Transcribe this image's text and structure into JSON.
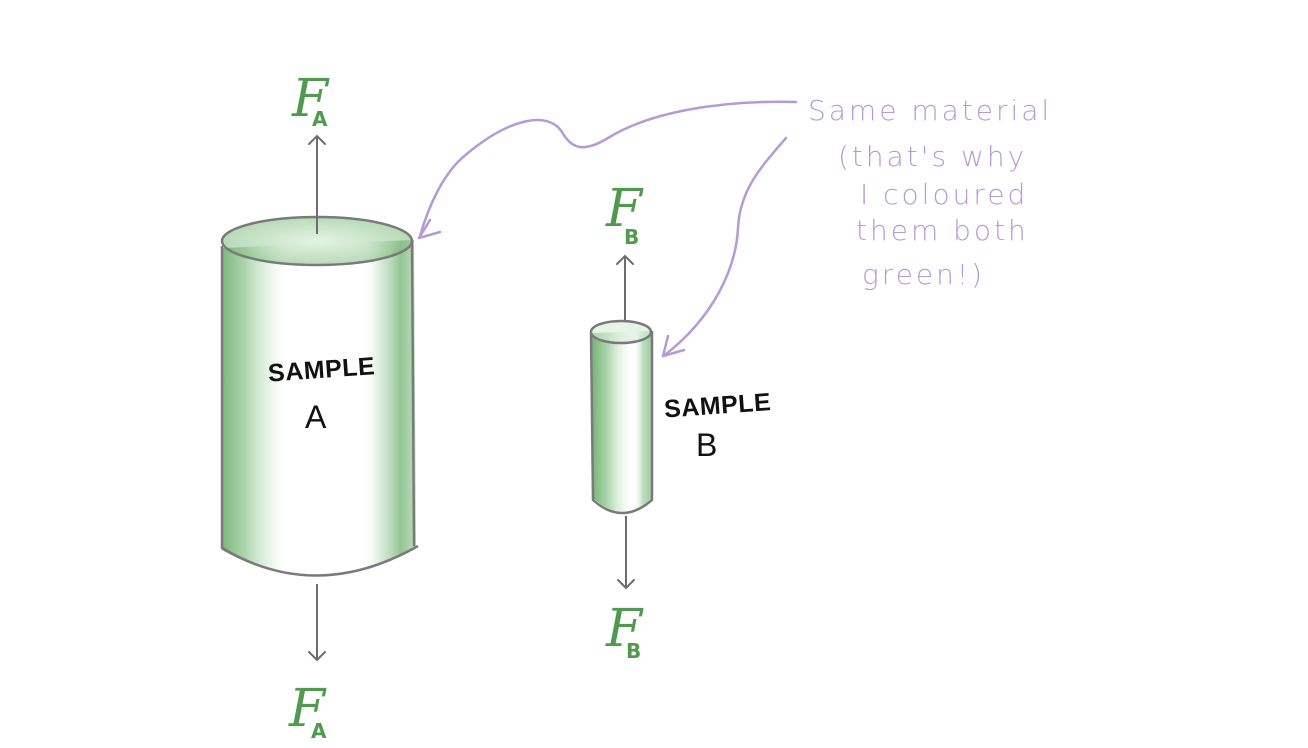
{
  "forces": {
    "a_top": {
      "letter": "F",
      "subscript": "A"
    },
    "a_bottom": {
      "letter": "F",
      "subscript": "A"
    },
    "b_top": {
      "letter": "F",
      "subscript": "B"
    },
    "b_bottom": {
      "letter": "F",
      "subscript": "B"
    }
  },
  "samples": {
    "a": {
      "word": "SAMPLE",
      "letter": "A"
    },
    "b": {
      "word": "SAMPLE",
      "letter": "B"
    }
  },
  "annotation": {
    "lines": [
      "Same  material",
      "(that's  why",
      "I  coloured",
      "them    both",
      "green!)"
    ]
  },
  "colors": {
    "force_label": "#4f9a4f",
    "arrow": "#6d6d6d",
    "cylinder_outline": "#7a7a7a",
    "cylinder_fill": "#5aa65a",
    "annotation": "#b49bd4",
    "sample_text": "#111111"
  }
}
